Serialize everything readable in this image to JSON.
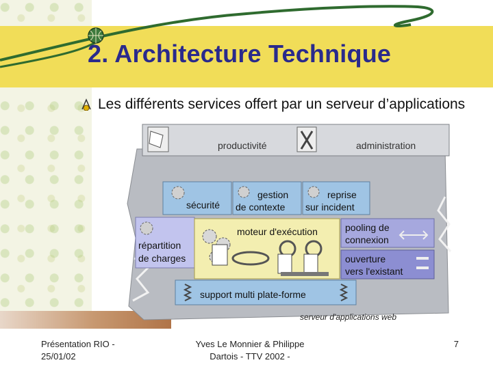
{
  "slide": {
    "title": "2. Architecture Technique",
    "bullet": "Les différents services offert par un serveur d’applications"
  },
  "diagram": {
    "top_bar": {
      "left": "productivité",
      "right": "administration"
    },
    "row1": [
      "sécurité",
      "gestion de contexte",
      "reprise sur incident"
    ],
    "left_box": "répartition de charges",
    "center_box": "moteur d'exécution",
    "right_boxes": [
      "pooling de connexion",
      "ouverture vers l'existant"
    ],
    "bottom_bar": "support multi plate-forme",
    "caption": "serveur d'applications web",
    "lines": {
      "gestion_1": "gestion",
      "gestion_2": "de contexte",
      "reprise_1": "reprise",
      "reprise_2": "sur incident",
      "repartition_1": "répartition",
      "repartition_2": "de charges",
      "pooling_1": "pooling de",
      "pooling_2": "connexion",
      "ouverture_1": "ouverture",
      "ouverture_2": "vers l'existant"
    }
  },
  "footer": {
    "left_1": "Présentation RIO -",
    "left_2": "25/01/02",
    "center_1": "Yves Le Monnier & Philippe",
    "center_2": "Dartois - TTV 2002 -",
    "page": "7"
  },
  "colors": {
    "title": "#2a2a8c",
    "band": "#f1dd58",
    "green": "#2f6b2f"
  }
}
